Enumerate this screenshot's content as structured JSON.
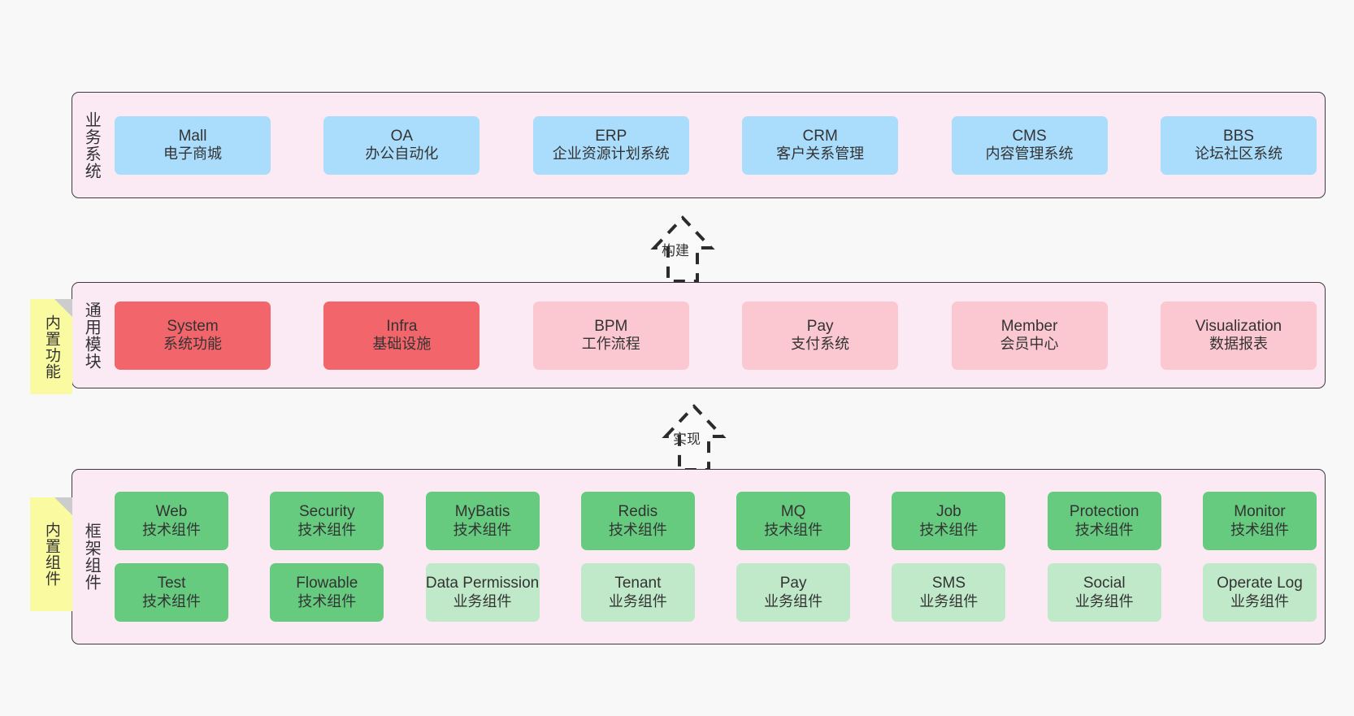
{
  "diagram": {
    "title": "yudao-cloud architecture layers",
    "colors": {
      "panel_bg": "#fbeaf4",
      "panel_border": "#3c3c3c",
      "business_box": "#aadcfb",
      "module_core": "#f2656b",
      "module_normal": "#fbc8d1",
      "tech_component": "#66cb7f",
      "biz_component": "#c0e9ca",
      "note_bg": "#fafaa0",
      "note_fold": "#cccccc",
      "canvas_bg": "#f8f8f8"
    }
  },
  "layers": [
    {
      "id": "business",
      "title": "业务系统",
      "boxes": [
        {
          "name": "Mall",
          "desc": "电子商城"
        },
        {
          "name": "OA",
          "desc": "办公自动化"
        },
        {
          "name": "ERP",
          "desc": "企业资源计划系统"
        },
        {
          "name": "CRM",
          "desc": "客户关系管理"
        },
        {
          "name": "CMS",
          "desc": "内容管理系统"
        },
        {
          "name": "BBS",
          "desc": "论坛社区系统"
        }
      ]
    },
    {
      "id": "common",
      "title": "通用模块",
      "note": "内置功能",
      "boxes": [
        {
          "name": "System",
          "desc": "系统功能",
          "style": "core"
        },
        {
          "name": "Infra",
          "desc": "基础设施",
          "style": "core"
        },
        {
          "name": "BPM",
          "desc": "工作流程",
          "style": "normal"
        },
        {
          "name": "Pay",
          "desc": "支付系统",
          "style": "normal"
        },
        {
          "name": "Member",
          "desc": "会员中心",
          "style": "normal"
        },
        {
          "name": "Visualization",
          "desc": "数据报表",
          "style": "normal"
        }
      ]
    },
    {
      "id": "framework",
      "title": "框架组件",
      "note": "内置组件",
      "row1": [
        {
          "name": "Web",
          "desc": "技术组件",
          "style": "tech"
        },
        {
          "name": "Security",
          "desc": "技术组件",
          "style": "tech"
        },
        {
          "name": "MyBatis",
          "desc": "技术组件",
          "style": "tech"
        },
        {
          "name": "Redis",
          "desc": "技术组件",
          "style": "tech"
        },
        {
          "name": "MQ",
          "desc": "技术组件",
          "style": "tech"
        },
        {
          "name": "Job",
          "desc": "技术组件",
          "style": "tech"
        },
        {
          "name": "Protection",
          "desc": "技术组件",
          "style": "tech"
        },
        {
          "name": "Monitor",
          "desc": "技术组件",
          "style": "tech"
        }
      ],
      "row2": [
        {
          "name": "Test",
          "desc": "技术组件",
          "style": "tech"
        },
        {
          "name": "Flowable",
          "desc": "技术组件",
          "style": "tech"
        },
        {
          "name": "Data Permission",
          "desc": "业务组件",
          "style": "biz"
        },
        {
          "name": "Tenant",
          "desc": "业务组件",
          "style": "biz"
        },
        {
          "name": "Pay",
          "desc": "业务组件",
          "style": "biz"
        },
        {
          "name": "SMS",
          "desc": "业务组件",
          "style": "biz"
        },
        {
          "name": "Social",
          "desc": "业务组件",
          "style": "biz"
        },
        {
          "name": "Operate Log",
          "desc": "业务组件",
          "style": "biz"
        }
      ]
    }
  ],
  "arrows": [
    {
      "id": "build",
      "label": "构建",
      "from": "common",
      "to": "business"
    },
    {
      "id": "implement",
      "label": "实现",
      "from": "framework",
      "to": "common"
    }
  ]
}
